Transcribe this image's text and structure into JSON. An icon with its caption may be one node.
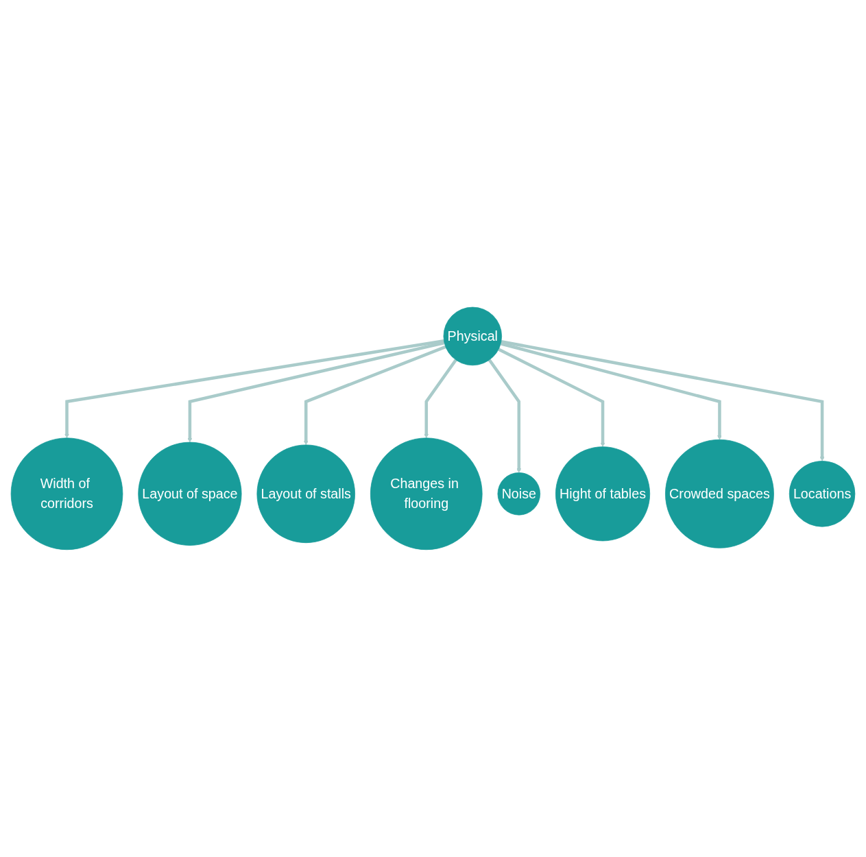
{
  "diagram": {
    "nodes": [
      {
        "text": [
          "Width of corridors"
        ]
      },
      {
        "text": [
          "Locations"
        ]
      },
      {
        "text": [
          "Layout of space"
        ]
      },
      {
        "text": [
          "Crowded spaces"
        ]
      },
      {
        "text": [
          "Physical"
        ]
      },
      {
        "text": [
          "Layout of stalls"
        ]
      },
      {
        "text": [
          "Hight of tables"
        ]
      },
      {
        "text": [
          "Changes in flooring"
        ]
      },
      {
        "text": [
          "Noise"
        ]
      }
    ],
    "edges": [
      {
        "from": 4,
        "to": 0,
        "arrow": "to"
      },
      {
        "from": 4,
        "to": 2,
        "arrow": "to"
      },
      {
        "from": 4,
        "to": 5,
        "arrow": "to"
      },
      {
        "from": 4,
        "to": 7,
        "arrow": "to"
      },
      {
        "from": 4,
        "to": 8,
        "arrow": "to"
      },
      {
        "from": 4,
        "to": 6,
        "arrow": "to"
      },
      {
        "from": 4,
        "to": 3,
        "arrow": "to"
      },
      {
        "from": 4,
        "to": 1,
        "arrow": "to"
      }
    ]
  }
}
